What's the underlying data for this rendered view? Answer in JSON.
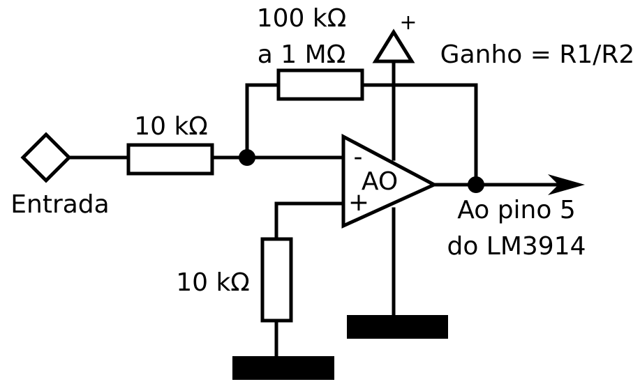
{
  "input_label": "Entrada",
  "input_resistor": "10 kΩ",
  "feedback_resistor_line1": "100 kΩ",
  "feedback_resistor_line2": "a 1 MΩ",
  "ground_resistor": "10 kΩ",
  "gain_formula": "Ganho = R1/R2",
  "opamp_label": "AO",
  "opamp_inverting": "-",
  "opamp_noninverting": "+",
  "supply_label": "+",
  "output_line1": "Ao pino 5",
  "output_line2": "do LM3914"
}
